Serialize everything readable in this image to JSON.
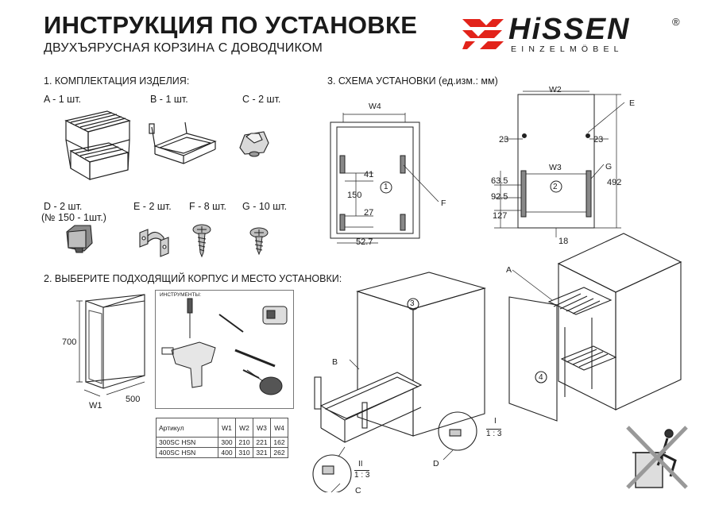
{
  "header": {
    "title": "ИНСТРУКЦИЯ ПО УСТАНОВКЕ",
    "subtitle": "ДВУХЪЯРУСНАЯ КОРЗИНА С ДОВОДЧИКОМ",
    "brand": "HiSSEN",
    "brand_tagline": "EINZELMÖBEL",
    "brand_mark": "®",
    "colors": {
      "brand_red": "#e2231a",
      "text": "#1a1a1a"
    }
  },
  "section1": {
    "heading": "1. КОМПЛЕКТАЦИЯ ИЗДЕЛИЯ:",
    "parts": [
      {
        "label": "A - 1 шт."
      },
      {
        "label": "B - 1 шт."
      },
      {
        "label": "C - 2 шт."
      },
      {
        "label": "D - 2 шт.",
        "note": "(№ 150 - 1шт.)"
      },
      {
        "label": "E - 2 шт."
      },
      {
        "label": "F - 8 шт."
      },
      {
        "label": "G - 10 шт."
      }
    ]
  },
  "section2": {
    "heading": "2. ВЫБЕРИТЕ ПОДХОДЯЩИЙ КОРПУС И МЕСТО УСТАНОВКИ:",
    "cabinet": {
      "height_label": "700",
      "depth_label": "500",
      "width_label": "W1"
    },
    "tools_label": "ИНСТРУМЕНТЫ:",
    "table": {
      "headers": [
        "Артикул",
        "W1",
        "W2",
        "W3",
        "W4"
      ],
      "rows": [
        [
          "300SC HSN",
          "300",
          "210",
          "221",
          "162"
        ],
        [
          "400SC HSN",
          "400",
          "310",
          "321",
          "262"
        ]
      ]
    }
  },
  "section3": {
    "heading": "3. СХЕМА УСТАНОВКИ (ед.изм.: мм)",
    "left_diagram": {
      "width_label": "W4",
      "step": "1",
      "callout": "F",
      "dims": [
        "41",
        "150",
        "27",
        "52.7"
      ]
    },
    "right_diagram": {
      "top_width": "W2",
      "inner_width": "W3",
      "step": "2",
      "callouts": [
        "E",
        "G"
      ],
      "dims": [
        "23",
        "23",
        "63.5",
        "92.5",
        "127",
        "492",
        "18"
      ]
    },
    "assembly": {
      "step3": "3",
      "step4": "4",
      "callouts": [
        "B",
        "C",
        "D",
        "A"
      ],
      "scale_1": {
        "mark": "I",
        "ratio": "1 : 3"
      },
      "scale_2": {
        "mark": "II",
        "ratio": "1 : 3"
      }
    }
  }
}
